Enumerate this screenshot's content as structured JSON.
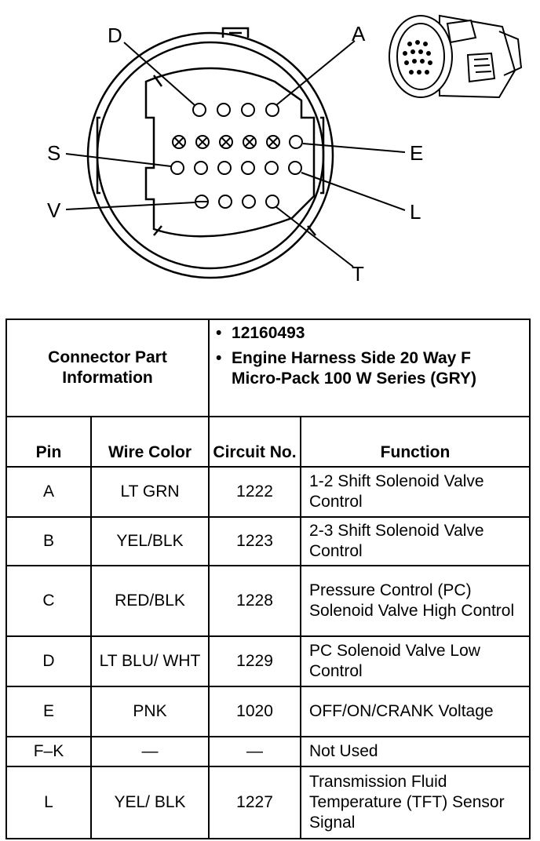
{
  "diagram": {
    "pin_labels": {
      "D": "D",
      "A": "A",
      "S": "S",
      "E": "E",
      "V": "V",
      "L": "L",
      "T": "T"
    }
  },
  "table": {
    "header_left": "Connector Part Information",
    "header_right": [
      "12160493",
      "Engine Harness Side 20 Way F Micro-Pack 100 W Series (GRY)"
    ],
    "columns": {
      "pin": "Pin",
      "wire_color": "Wire Color",
      "circuit": "Circuit No.",
      "function": "Function"
    },
    "rows": [
      {
        "pin": "A",
        "color": "LT GRN",
        "circuit": "1222",
        "function": "1-2 Shift Solenoid Valve Control"
      },
      {
        "pin": "B",
        "color": "YEL/BLK",
        "circuit": "1223",
        "function": "2-3 Shift Solenoid Valve Control"
      },
      {
        "pin": "C",
        "color": "RED/BLK",
        "circuit": "1228",
        "function": "Pressure Control (PC) Solenoid Valve High Control"
      },
      {
        "pin": "D",
        "color": "LT BLU/ WHT",
        "circuit": "1229",
        "function": "PC Solenoid Valve Low Control"
      },
      {
        "pin": "E",
        "color": "PNK",
        "circuit": "1020",
        "function": "OFF/ON/CRANK Voltage"
      },
      {
        "pin": "F–K",
        "color": "—",
        "circuit": "—",
        "function": "Not Used"
      },
      {
        "pin": "L",
        "color": "YEL/ BLK",
        "circuit": "1227",
        "function": "Transmission Fluid Temperature (TFT) Sensor Signal"
      }
    ]
  }
}
